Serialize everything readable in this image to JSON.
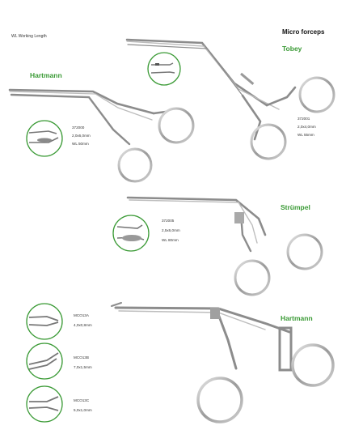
{
  "legend": "WL Working Length",
  "heading": "Micro forceps",
  "brand_color": "#3a9a35",
  "products": [
    {
      "name": "Tobey",
      "code": "372001",
      "size": "2,0x4,0mm",
      "wl": "WL 55mm"
    },
    {
      "name": "Hartmann",
      "code": "372000",
      "size": "2,0x6,0mm",
      "wl": "WL 50mm"
    },
    {
      "name": "Strümpel",
      "code": "372005",
      "size": "2,5x6,0mm",
      "wl": "WL 80mm"
    },
    {
      "name": "Hartmann",
      "items": [
        {
          "code": "MCO13A",
          "size": "4,0x0,8mm"
        },
        {
          "code": "MCO13B",
          "size": "7,0x1,5mm"
        },
        {
          "code": "MCO13C",
          "size": "5,0x1,0mm"
        }
      ]
    }
  ]
}
